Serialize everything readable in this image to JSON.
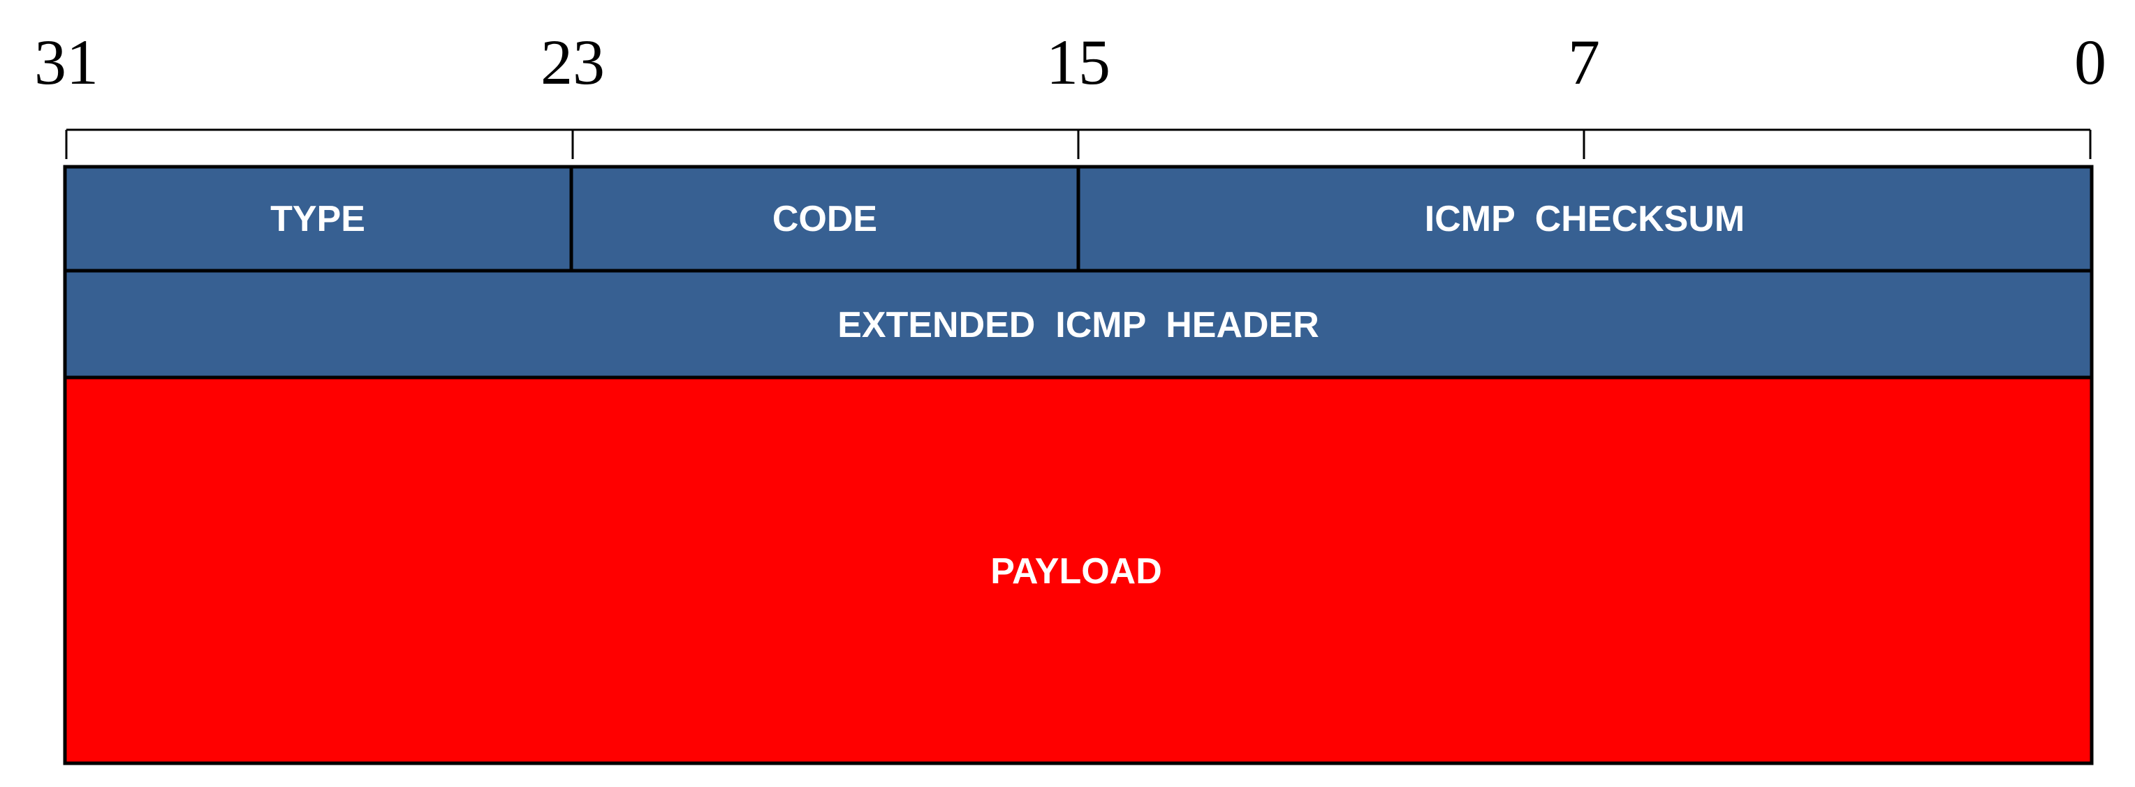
{
  "ruler": {
    "bit_labels": [
      "31",
      "23",
      "15",
      "7",
      "0"
    ]
  },
  "fields": {
    "type": "TYPE",
    "code": "CODE",
    "checksum": "ICMP  CHECKSUM",
    "extended_header": "EXTENDED  ICMP  HEADER",
    "payload": "PAYLOAD"
  },
  "colors": {
    "header_fill": "#376092",
    "payload_fill": "#ff0000",
    "border": "#000000",
    "label_text": "#ffffff"
  }
}
